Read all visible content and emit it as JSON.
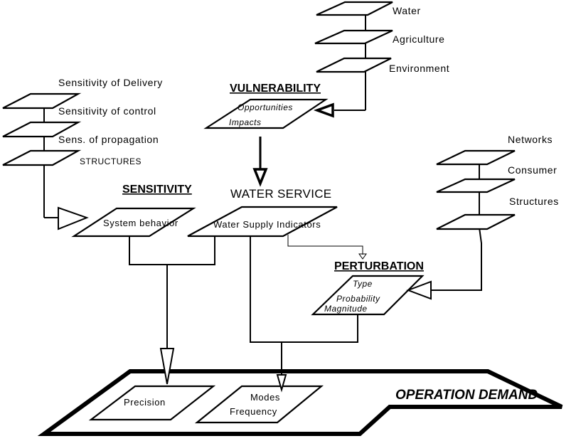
{
  "diagram": {
    "vulnerability": {
      "heading": "VULNERABILITY",
      "box_lines": [
        "Opportunities",
        "Impacts"
      ],
      "stack": [
        "Water",
        "Agriculture",
        "Environment"
      ]
    },
    "sensitivity": {
      "heading": "SENSITIVITY",
      "box_label": "System behavior",
      "stack": [
        "Sensitivity of Delivery",
        "Sensitivity of control",
        "Sens. of propagation",
        "STRUCTURES"
      ]
    },
    "water_service": {
      "heading": "WATER SERVICE",
      "box_label": "Water Supply Indicators"
    },
    "perturbation": {
      "heading": "PERTURBATION",
      "box_lines": [
        "Type",
        "Probability",
        "Magnitude"
      ],
      "stack": [
        "Networks",
        "Consumer",
        "Structures"
      ]
    },
    "operation_demand": {
      "heading": "OPERATION DEMAND",
      "boxes": [
        {
          "lines": [
            "Precision"
          ]
        },
        {
          "lines": [
            "Modes",
            "Frequency"
          ]
        }
      ]
    }
  }
}
